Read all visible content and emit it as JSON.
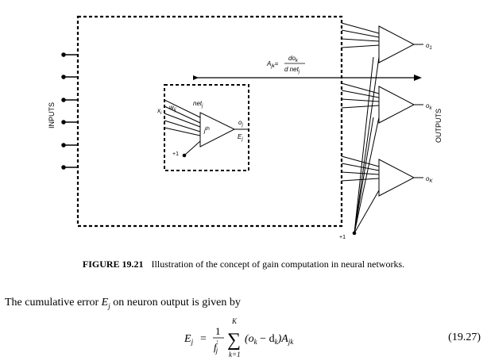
{
  "figure": {
    "inputs_label": "INPUTS",
    "outputs_label": "OUTPUTS",
    "net_label": "net",
    "net_sub": "j",
    "x_label": "x",
    "x_sub": "i",
    "w_label": "w",
    "w_sub": "ij",
    "neuron_label": "j",
    "neuron_sup": "th",
    "oj_label": "o",
    "oj_sub": "j",
    "ej_label": "E",
    "ej_sub": "j",
    "bias_inner": "+1",
    "bias_outer": "+1",
    "gain_lhs": "A",
    "gain_lhs_sub": "jk",
    "gain_eq": "=",
    "gain_num": "do",
    "gain_num_sub": "k",
    "gain_den": "d net",
    "gain_den_sub": "j",
    "o1_label": "o",
    "o1_sub": "1",
    "ok_label": "o",
    "ok_sub": "k",
    "oK_label": "o",
    "oK_sub": "K"
  },
  "caption": {
    "label": "FIGURE 19.21",
    "text": "Illustration of the concept of gain computation in neural networks."
  },
  "body_text": "The cumulative error",
  "body_var": "E",
  "body_var_sub": "j",
  "body_text_tail": "on neuron output is given by",
  "equation": {
    "lhs": "E",
    "lhs_sub": "j",
    "eq": "=",
    "frac_num": "1",
    "frac_den": "f",
    "frac_den_sup": "′",
    "frac_den_sub": "j",
    "sum_top": "K",
    "sum_bottom": "k=1",
    "term": "(o",
    "term_sub1": "k",
    "term_minus": " − d",
    "term_sub2": "k",
    "term_close": ")A",
    "term_sub3": "jk",
    "number": "(19.27)"
  }
}
